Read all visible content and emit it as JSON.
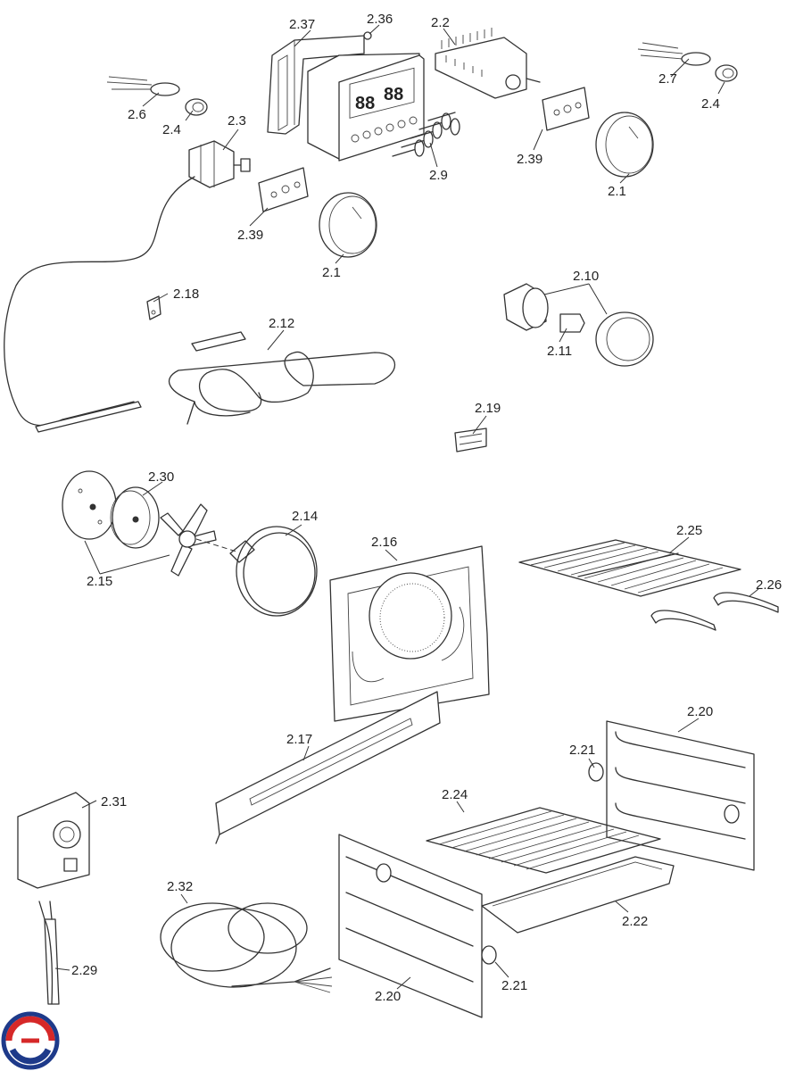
{
  "callouts": [
    {
      "id": "c-2-37",
      "text": "2.37"
    },
    {
      "id": "c-2-36",
      "text": "2.36"
    },
    {
      "id": "c-2-2",
      "text": "2.2"
    },
    {
      "id": "c-2-7",
      "text": "2.7"
    },
    {
      "id": "c-2-4a",
      "text": "2.4"
    },
    {
      "id": "c-2-6",
      "text": "2.6"
    },
    {
      "id": "c-2-4b",
      "text": "2.4"
    },
    {
      "id": "c-2-3",
      "text": "2.3"
    },
    {
      "id": "c-2-9",
      "text": "2.9"
    },
    {
      "id": "c-2-39a",
      "text": "2.39"
    },
    {
      "id": "c-2-1a",
      "text": "2.1"
    },
    {
      "id": "c-2-39b",
      "text": "2.39"
    },
    {
      "id": "c-2-1b",
      "text": "2.1"
    },
    {
      "id": "c-2-18",
      "text": "2.18"
    },
    {
      "id": "c-2-10",
      "text": "2.10"
    },
    {
      "id": "c-2-12",
      "text": "2.12"
    },
    {
      "id": "c-2-11",
      "text": "2.11"
    },
    {
      "id": "c-2-19",
      "text": "2.19"
    },
    {
      "id": "c-2-30",
      "text": "2.30"
    },
    {
      "id": "c-2-14",
      "text": "2.14"
    },
    {
      "id": "c-2-16",
      "text": "2.16"
    },
    {
      "id": "c-2-25",
      "text": "2.25"
    },
    {
      "id": "c-2-26",
      "text": "2.26"
    },
    {
      "id": "c-2-15",
      "text": "2.15"
    },
    {
      "id": "c-2-20a",
      "text": "2.20"
    },
    {
      "id": "c-2-17",
      "text": "2.17"
    },
    {
      "id": "c-2-21a",
      "text": "2.21"
    },
    {
      "id": "c-2-31",
      "text": "2.31"
    },
    {
      "id": "c-2-24",
      "text": "2.24"
    },
    {
      "id": "c-2-32",
      "text": "2.32"
    },
    {
      "id": "c-2-22",
      "text": "2.22"
    },
    {
      "id": "c-2-29",
      "text": "2.29"
    },
    {
      "id": "c-2-21b",
      "text": "2.21"
    },
    {
      "id": "c-2-20b",
      "text": "2.20"
    }
  ],
  "timer_display": {
    "left": "88",
    "right": "88"
  },
  "logo": {
    "colors": [
      "#1e3a8a",
      "#d62828"
    ]
  }
}
